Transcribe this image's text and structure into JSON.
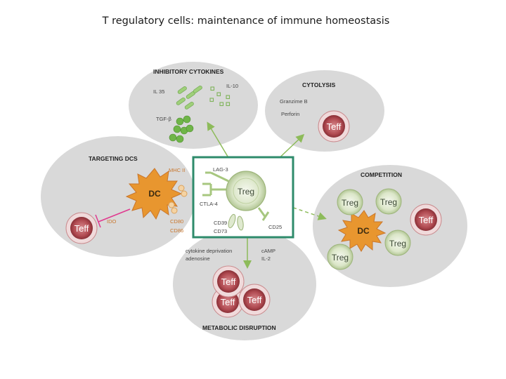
{
  "title": "T regulatory cells: maintenance of immune homeostasis",
  "panels": {
    "inhibitory": {
      "header": "INHIBITORY CYTOKINES",
      "il35": "IL 35",
      "il10": "IL-10",
      "tgfb": "TGF-β"
    },
    "cytolysis": {
      "header": "CYTOLYSIS",
      "granzyme": "Granzime B",
      "perforin": "Perforin",
      "teff": "Teff"
    },
    "targeting": {
      "header": "TARGETING DCS",
      "dc": "DC",
      "mhc": "MHC II",
      "ido": "IDO",
      "cd80": "CD80",
      "cd86": "CD86",
      "teff": "Teff"
    },
    "center": {
      "treg": "Treg",
      "lag3": "LAG-3",
      "ctla4": "CTLA-4",
      "cd39": "CD39",
      "cd73": "CD73",
      "cd25": "CD25"
    },
    "competition": {
      "header": "COMPETITION",
      "dc": "DC",
      "treg": "Treg",
      "teff": "Teff"
    },
    "metabolic": {
      "header": "METABOLIC DISRUPTION",
      "cytokine_deprivation": "cytokine deprivation",
      "adenosine": "adenosine",
      "camp": "cAMP",
      "il2": "IL-2",
      "teff": "Teff"
    }
  },
  "colors": {
    "panel": "#d9d9d9",
    "box": "#2e8b6b",
    "arrow": "#8dbb5a",
    "teff": "#b14b52",
    "treg": "#c9d9b2",
    "dc": "#e8962f",
    "block": "#e0398f"
  }
}
